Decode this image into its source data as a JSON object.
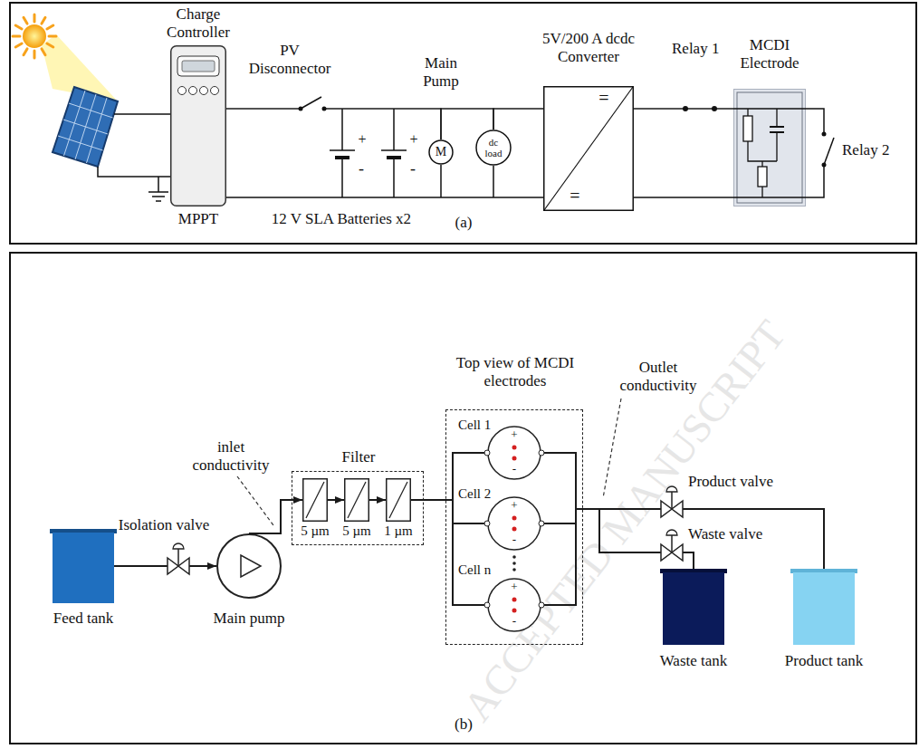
{
  "diagram": {
    "nodes": [
      {
        "text": [
          "(a)"
        ]
      },
      {
        "text": [
          "Charge Controller",
          "MPPT"
        ],
        "in": 0
      },
      {
        "text": [
          "Main Pump",
          "M"
        ],
        "in": 0
      },
      {
        "text": [
          "dc load"
        ],
        "in": 0
      },
      {
        "text": [
          "5V/200 A dcdc Converter",
          "=",
          "="
        ],
        "in": 0
      },
      {
        "text": [
          "MCDI Electrode"
        ],
        "in": 0
      },
      {
        "text": [
          "(b)"
        ]
      },
      {
        "text": [
          "Feed tank"
        ],
        "in": 6
      },
      {
        "text": [
          "Isolation valve"
        ],
        "in": 6
      },
      {
        "text": [
          "Main pump"
        ],
        "in": 6
      },
      {
        "text": [
          "Filter"
        ],
        "in": 6
      },
      {
        "text": [
          "5 µm"
        ],
        "in": 10
      },
      {
        "text": [
          "5 µm"
        ],
        "in": 10
      },
      {
        "text": [
          "1 µm"
        ],
        "in": 10
      },
      {
        "text": [
          "Top view of MCDI electrodes"
        ],
        "in": 6
      },
      {
        "text": [
          "Cell 1",
          "+",
          "-"
        ],
        "in": 14
      },
      {
        "text": [
          "Cell 2",
          "+",
          "-"
        ],
        "in": 14
      },
      {
        "text": [
          "Cell n",
          "+",
          "-"
        ],
        "in": 14
      },
      {
        "text": [
          "Product valve"
        ],
        "in": 6
      },
      {
        "text": [
          "Waste valve"
        ],
        "in": 6
      },
      {
        "text": [
          "Waste tank"
        ],
        "in": 6
      },
      {
        "text": [
          "Product tank"
        ],
        "in": 6
      }
    ],
    "edges": [
      {
        "from": 1,
        "to": 2,
        "arrow": "none"
      },
      {
        "from": 2,
        "to": 3,
        "arrow": "none"
      },
      {
        "from": 3,
        "to": 4,
        "arrow": "none"
      },
      {
        "from": 4,
        "to": 5,
        "arrow": "none"
      },
      {
        "from": 7,
        "to": 8,
        "arrow": "none"
      },
      {
        "from": 8,
        "to": 9,
        "arrow": "to"
      },
      {
        "from": 9,
        "to": 11,
        "arrow": "to"
      },
      {
        "from": 11,
        "to": 12,
        "arrow": "to"
      },
      {
        "from": 12,
        "to": 13,
        "arrow": "to"
      },
      {
        "from": 13,
        "to": 15,
        "arrow": "none"
      },
      {
        "from": 13,
        "to": 16,
        "arrow": "none"
      },
      {
        "from": 13,
        "to": 17,
        "arrow": "none"
      },
      {
        "from": 15,
        "to": 18,
        "arrow": "none"
      },
      {
        "from": 15,
        "to": 19,
        "arrow": "none"
      },
      {
        "from": 16,
        "to": 18,
        "arrow": "none"
      },
      {
        "from": 16,
        "to": 19,
        "arrow": "none"
      },
      {
        "from": 17,
        "to": 18,
        "arrow": "none"
      },
      {
        "from": 17,
        "to": 19,
        "arrow": "none"
      },
      {
        "from": 18,
        "to": 21,
        "arrow": "none"
      },
      {
        "from": 19,
        "to": 20,
        "arrow": "none"
      }
    ],
    "labels": [
      "PV Disconnector",
      "+",
      "-",
      "+",
      "-",
      "12 V SLA Batteries x2",
      "Relay 1",
      "Relay 2",
      "inlet conductivity",
      "Outlet conductivity",
      "ACCEPTED MANUSCRIPT"
    ]
  }
}
